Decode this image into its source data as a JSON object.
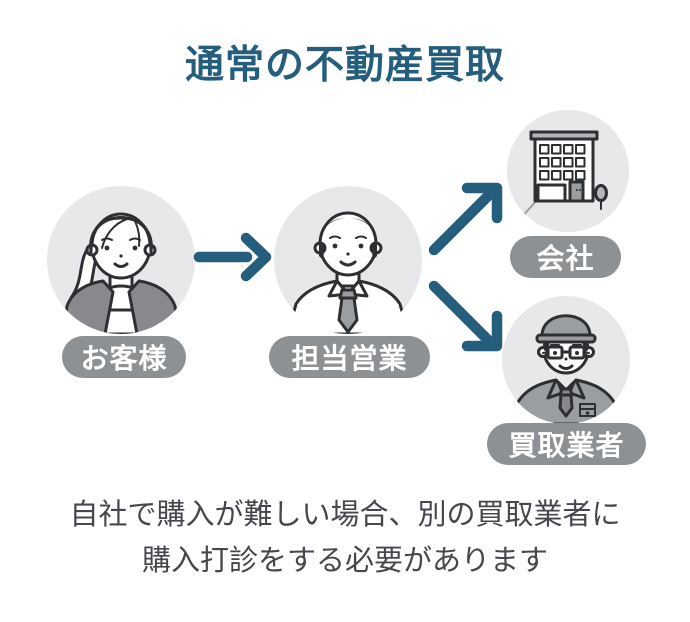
{
  "title": "通常の不動産買取",
  "nodes": {
    "customer": {
      "label": "お客様",
      "icon": "woman-customer-icon"
    },
    "sales": {
      "label": "担当営業",
      "icon": "salesman-icon"
    },
    "company": {
      "label": "会社",
      "icon": "office-building-icon"
    },
    "buyer": {
      "label": "買取業者",
      "icon": "contractor-icon"
    }
  },
  "arrows": [
    {
      "name": "customer-to-sales",
      "direction": "right"
    },
    {
      "name": "sales-to-company",
      "direction": "up-right"
    },
    {
      "name": "sales-to-buyer",
      "direction": "down-right"
    }
  ],
  "caption": {
    "line1": "自社で購入が難しい場合、別の買取業者に",
    "line2": "購入打診をする必要があります"
  },
  "colors": {
    "accent": "#245e7c",
    "pill_bg": "#8e9194",
    "pill_text": "#ffffff",
    "avatar_bg": "#e7e8ea",
    "outline": "#2d2f32",
    "grey_mid": "#9b9ea1",
    "grey_dark": "#87898c",
    "grey_light": "#b4b7b9",
    "caption_text": "#45474c",
    "background": "#ffffff"
  }
}
